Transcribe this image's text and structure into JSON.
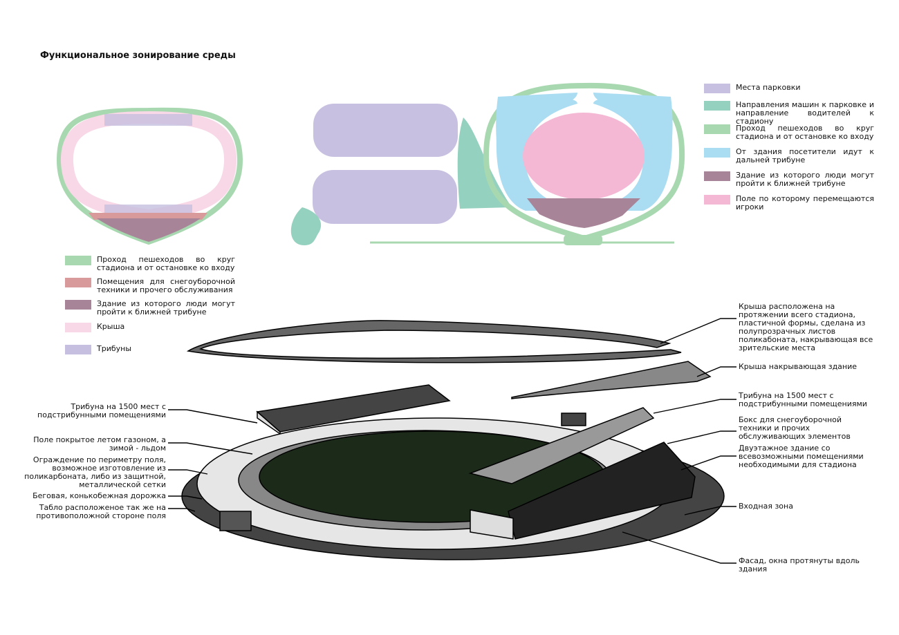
{
  "title": "Функциональное зонирование среды",
  "colors": {
    "parking": "#c8c0e0",
    "cars": "#95d1bf",
    "pedestrian": "#a8d8b0",
    "visitors": "#aadcf2",
    "building": "#a88498",
    "field": "#f4b8d4",
    "service": "#d89a9a",
    "roof": "#f8d8e6",
    "stands": "#c6bfe0"
  },
  "left_legend": [
    {
      "label": "Проход пешеходов во круг стадиона и от остановке ко входу",
      "color": "#a8d8b0"
    },
    {
      "label": "Помещения для снегоуборочной техники и прочего обслуживания",
      "color": "#d89a9a"
    },
    {
      "label": "Здание из которого люди могут пройти к ближней трибуне",
      "color": "#a88498"
    },
    {
      "label": "Крыша",
      "color": "#f8d8e6"
    },
    {
      "label": "Трибуны",
      "color": "#c6bfe0"
    }
  ],
  "right_legend": [
    {
      "label": "Места парковки",
      "color": "#c8c0e0"
    },
    {
      "label": "Направления машин к парковке и направление водителей к стадиону",
      "color": "#95d1bf"
    },
    {
      "label": "Проход пешеходов во круг стадиона и от остановке ко входу",
      "color": "#a8d8b0"
    },
    {
      "label": "От здания посетители идут к дальней трибуне",
      "color": "#aadcf2"
    },
    {
      "label": "Здание из которого люди могут пройти к ближней трибуне",
      "color": "#a88498"
    },
    {
      "label": "Поле по которому перемещаются игроки",
      "color": "#f4b8d4"
    }
  ],
  "annotations_left": [
    "Трибуна на 1500 мест с подстрибунными помещениями",
    "Поле покрытое летом газоном, а зимой - льдом",
    "Ограждение по периметру поля, возможное изготовление из поликарбоната, либо из защитной, металлической сетки",
    "Беговая, конькобежная дорожка",
    "Табло расположеное так же на противоположной стороне поля"
  ],
  "annotations_right": [
    "Крыша расположена на протяжении всего стадиона, пластичной формы, сделана из полупрозрачных листов поликабоната, накрывающая все зрительские места",
    "Крыша накрывающая здание",
    "Трибуна на 1500 мест с подстрибунными помещениями",
    "Бокс для снегоуборочной техники и прочих обслуживающих элементов",
    "Двуэтажное здание со всевозможными помещениями необходимыми для стадиона",
    "Входная зона",
    "Фасад, окна протянуты вдоль здания"
  ]
}
